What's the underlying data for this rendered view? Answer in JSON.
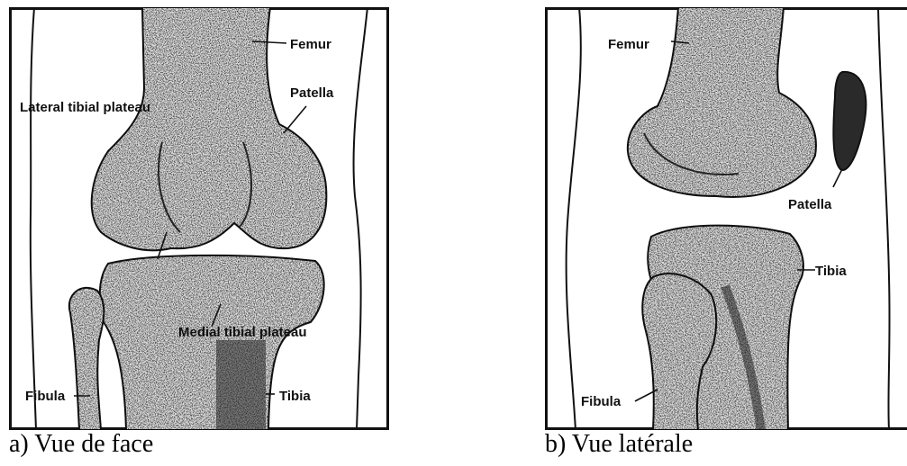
{
  "panels": [
    {
      "caption": "a) Vue de face",
      "labels": {
        "femur": "Femur",
        "patella": "Patella",
        "lateral_plateau": "Lateral tibial plateau",
        "medial_plateau": "Medial tibial plateau",
        "fibula": "Fibula",
        "tibia": "Tibia"
      }
    },
    {
      "caption": "b) Vue latérale",
      "labels": {
        "femur": "Femur",
        "patella": "Patella",
        "tibia": "Tibia",
        "fibula": "Fibula"
      }
    }
  ]
}
